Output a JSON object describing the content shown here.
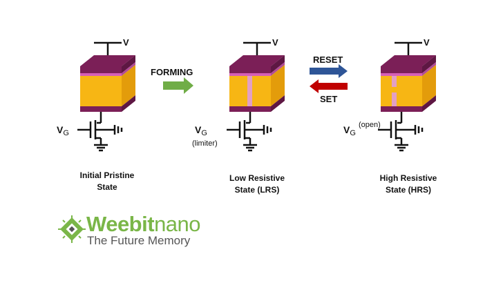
{
  "colors": {
    "cap_top": "#7b1f57",
    "cap_side": "#5e1743",
    "pink_layer": "#d55fb6",
    "oxide_front": "#f7b614",
    "oxide_side": "#e39c0b",
    "filament": "#e2a0c4",
    "forming_arrow": "#70ad47",
    "reset_arrow": "#2e5597",
    "set_arrow": "#c00000",
    "wire": "#111111",
    "logo_green": "#7ab648",
    "logo_gray": "#555555"
  },
  "labels": {
    "v": "V",
    "vg_main": "V",
    "vg_sub": "G",
    "limiter": "(limiter)",
    "open": "(open)",
    "forming": "FORMING",
    "reset": "RESET",
    "set": "SET"
  },
  "states": [
    {
      "line1": "Initial Pristine",
      "line2": "State",
      "filament": "none"
    },
    {
      "line1": "Low Resistive",
      "line2": "State (LRS)",
      "filament": "continuous"
    },
    {
      "line1": "High Resistive",
      "line2": "State (HRS)",
      "filament": "broken"
    }
  ],
  "logo": {
    "word_a": "Weebit",
    "word_b": "nano",
    "tagline": "The Future Memory",
    "icon": "chip-icon"
  }
}
